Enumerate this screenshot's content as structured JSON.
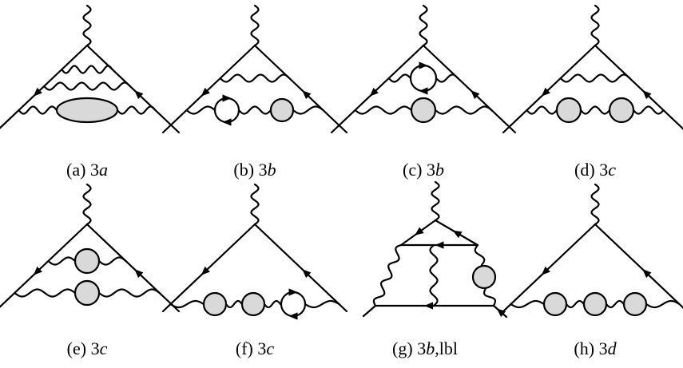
{
  "figure": {
    "panels": [
      {
        "id": "a",
        "label_prefix": "(a) 3",
        "label_italic": "a",
        "label_suffix": ""
      },
      {
        "id": "b",
        "label_prefix": "(b) 3",
        "label_italic": "b",
        "label_suffix": ""
      },
      {
        "id": "c",
        "label_prefix": "(c) 3",
        "label_italic": "b",
        "label_suffix": ""
      },
      {
        "id": "d",
        "label_prefix": "(d) 3",
        "label_italic": "c",
        "label_suffix": ""
      },
      {
        "id": "e",
        "label_prefix": "(e) 3",
        "label_italic": "c",
        "label_suffix": ""
      },
      {
        "id": "f",
        "label_prefix": "(f) 3",
        "label_italic": "c",
        "label_suffix": ""
      },
      {
        "id": "g",
        "label_prefix": "(g) 3",
        "label_italic": "b",
        "label_suffix": ",lbl"
      },
      {
        "id": "h",
        "label_prefix": "(h) 3",
        "label_italic": "d",
        "label_suffix": ""
      }
    ],
    "colors": {
      "line": "#000000",
      "blob_fill": "#d9d9d9",
      "background": "#ffffff"
    }
  }
}
